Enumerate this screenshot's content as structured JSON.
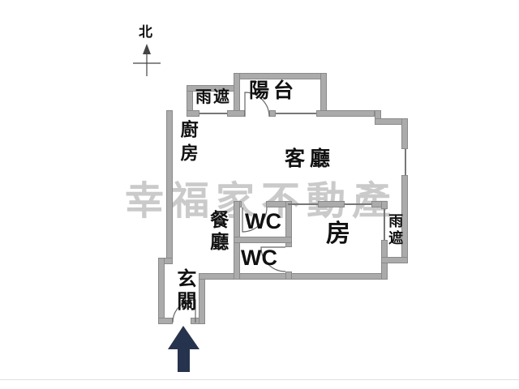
{
  "colors": {
    "background": "#ffffff",
    "wall_fill": "#ababab",
    "wall_edge": "#8a8a8a",
    "window_line": "#777777",
    "door_line": "#666666",
    "watermark": "#cacaca",
    "arrow": "#26334f",
    "label": "#111111"
  },
  "compass": {
    "label": "北"
  },
  "watermark": {
    "text": "幸福家不動產"
  },
  "rooms": {
    "canopy_top": "雨遮",
    "balcony": "陽台",
    "kitchen": "廚房",
    "living_room": "客廳",
    "dining_room": "餐廳",
    "wc_upper": "WC",
    "wc_lower": "WC",
    "bedroom": "房",
    "canopy_right": "雨遮",
    "entry": "玄關"
  }
}
